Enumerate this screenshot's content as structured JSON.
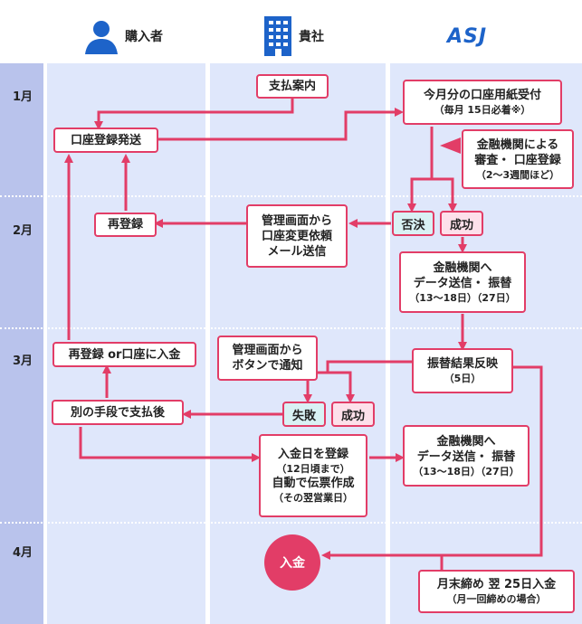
{
  "header": {
    "buyer": "購入者",
    "company": "貴社",
    "asj_logo": "ASJ"
  },
  "months": [
    "1月",
    "2月",
    "3月",
    "4月"
  ],
  "nodes": {
    "payment_info": "支払案内",
    "account_reg_send": "口座登録発送",
    "form_receipt": {
      "line1": "今月分の口座用紙受付",
      "line2": "（毎月 15日必着※）"
    },
    "bank_review": {
      "line1": "金融機関による",
      "line2": "審査・ 口座登録",
      "line3": "（2〜3週間ほど）"
    },
    "reject": "否決",
    "success": "成功",
    "re_register": "再登録",
    "admin_mail": {
      "line1": "管理画面から",
      "line2": "口座変更依頼",
      "line3": "メール送信"
    },
    "bank_send_1": {
      "line1": "金融機関へ",
      "line2": "データ送信・ 振替",
      "line3": "（13〜18日）（27日）"
    },
    "reregister_or_deposit": "再登録 or口座に入金",
    "admin_button": {
      "line1": "管理画面から",
      "line2": "ボタンで通知"
    },
    "transfer_result": {
      "line1": "振替結果反映",
      "line2": "（5日）"
    },
    "fail": "失敗",
    "success2": "成功",
    "other_payment": "別の手段で支払後",
    "deposit_date": {
      "line1": "入金日を登録",
      "line2": "（12日頃まで）",
      "line3": "自動で伝票作成",
      "line4": "（その翌営業日）"
    },
    "bank_send_2": {
      "line1": "金融機関へ",
      "line2": "データ送信・ 振替",
      "line3": "（13〜18日）（27日）"
    },
    "deposit": "入金",
    "month_end": {
      "line1": "月末締め 翌 25日入金",
      "line2": "（月一回締めの場合）"
    }
  },
  "colors": {
    "accent": "#e23d67",
    "lane": "#dfe7fb",
    "month_column": "#b9c3ec",
    "logo": "#1d63c9",
    "icon": "#1d63c9",
    "reject_fill": "#d9f1f4",
    "success_fill": "#fde0ea"
  },
  "icons": {
    "buyer": "person-icon",
    "company": "building-icon"
  }
}
